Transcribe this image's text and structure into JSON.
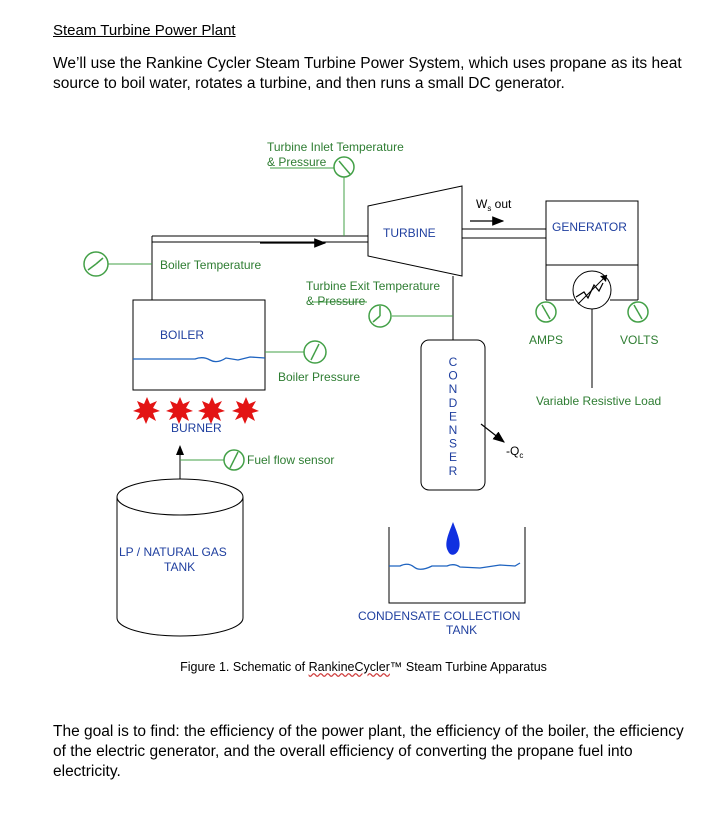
{
  "heading": "Steam Turbine Power Plant",
  "intro": "We’ll use the Rankine Cycler Steam Turbine Power System, which uses propane as its heat source to boil water, rotates a turbine, and then runs a small DC generator.",
  "diagram": {
    "turbine_inlet_label_1": "Turbine Inlet Temperature",
    "turbine_inlet_label_2": "& Pressure",
    "boiler_temp_label": "Boiler Temperature",
    "turbine_label": "TURBINE",
    "ws_out_label": "W",
    "ws_out_sub": "s",
    "ws_out_suffix": " out",
    "generator_label": "GENERATOR",
    "turbine_exit_label_1": "Turbine Exit Temperature",
    "turbine_exit_label_2": "& Pressure",
    "boiler_label": "BOILER",
    "boiler_pressure_label": "Boiler Pressure",
    "amps_label": "AMPS",
    "volts_label": "VOLTS",
    "condenser_letters": [
      "C",
      "O",
      "N",
      "D",
      "E",
      "N",
      "S",
      "E",
      "R"
    ],
    "qc_label": "-Q",
    "qc_sub": "c",
    "variable_load_label": "Variable Resistive Load",
    "burner_label": "BURNER",
    "fuel_flow_label": "Fuel flow sensor",
    "tank_label_1": "LP / NATURAL GAS",
    "tank_label_2": "TANK",
    "condensate_label_1": "CONDENSATE COLLECTION",
    "condensate_label_2": "TANK",
    "colors": {
      "label_green": "#2e7d32",
      "label_blue": "#1f3f9f",
      "line_green": "#43a047",
      "water_blue": "#1e63c0",
      "flame_red": "#e31414",
      "drop_blue": "#1030e0"
    }
  },
  "caption_prefix": "Figure 1. Schematic of ",
  "caption_brand": "RankineCycler",
  "caption_suffix": "™ Steam Turbine Apparatus",
  "goal": "The goal is to find:  the efficiency of the power plant, the efficiency of the boiler, the efficiency of the electric generator, and the overall efficiency of converting the propane fuel into electricity."
}
